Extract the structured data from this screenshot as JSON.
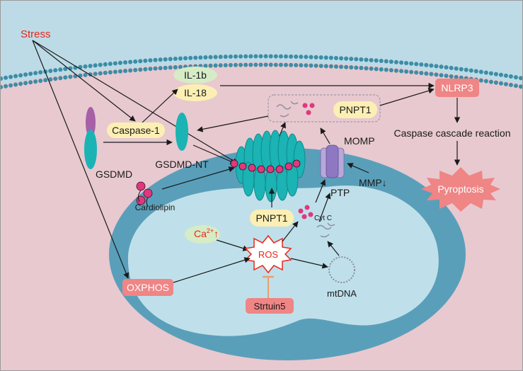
{
  "labels": {
    "stress": "Stress",
    "il1b": "IL-1b",
    "il18": "IL-18",
    "caspase1": "Caspase-1",
    "gsdmd": "GSDMD",
    "gsdmd_nt": "GSDMD-NT",
    "cardiolipin": "Cardiolipin",
    "pnpt1_top": "PNPT1",
    "nlrp3": "NLRP3",
    "caspase_cascade": "Caspase cascade reaction",
    "pyroptosis": "Pyroptosis",
    "momp": "MOMP",
    "mmp": "MMP↓",
    "ptp": "PTP",
    "pnpt1_mid": "PNPT1",
    "cytc": "Cyt C",
    "ca_base": "Ca",
    "ca_sup": "2+",
    "ca_arrow": "↑",
    "ros": "ROS",
    "oxphos": "OXPHOS",
    "mtdna": "mtDNA",
    "sirtuin": "Strtuin5"
  },
  "colors": {
    "stress_red": "#e8261b",
    "extracellular": "#bcdbe6",
    "cytoplasm": "#e8c9d0",
    "mito_outer": "#5a9fba",
    "mito_inner": "#bfe0ea",
    "teal": "#1bb3b3",
    "pink_box": "#ef8585",
    "yellow_box": "#fcefb4",
    "green_box": "#d6ecc6",
    "magenta": "#e1377e"
  }
}
